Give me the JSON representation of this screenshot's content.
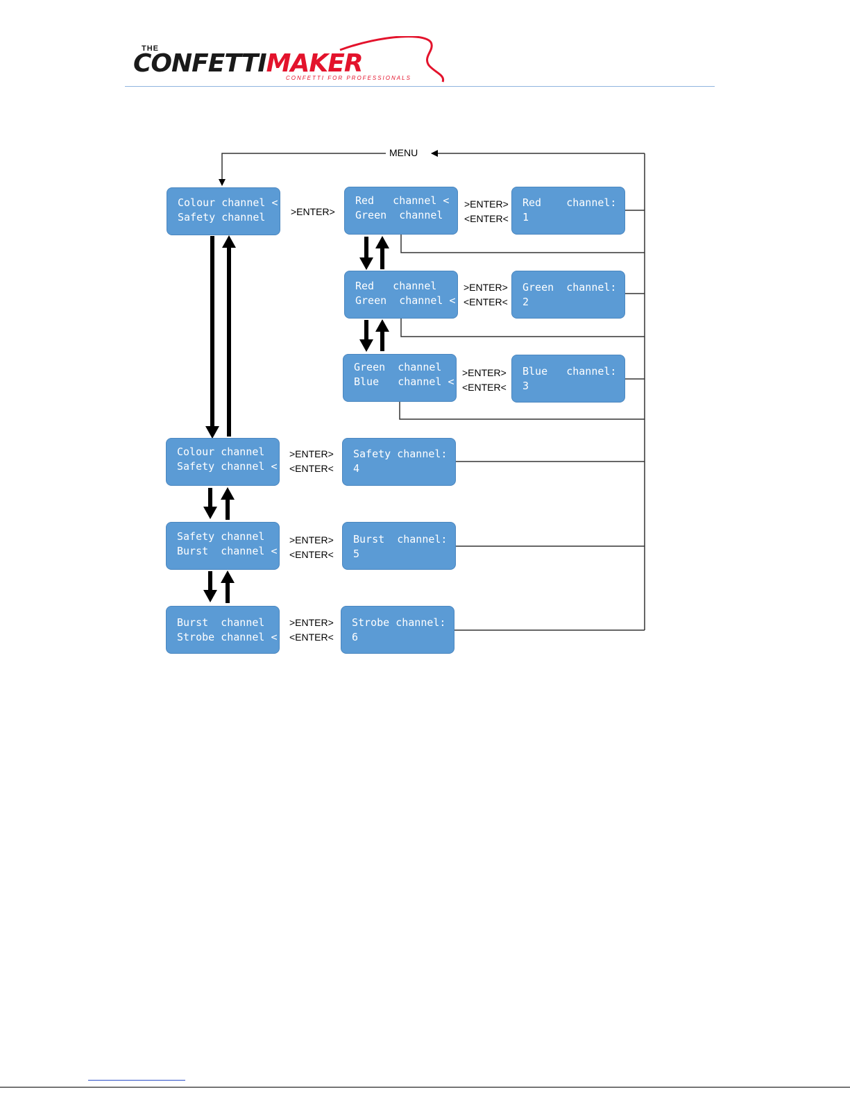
{
  "logo": {
    "the": "THE",
    "word_black": "CONFETTI",
    "word_red": "MAKER",
    "tagline": "CONFETTI FOR PROFESSIONALS"
  },
  "colors": {
    "box_fill": "#5b9bd5",
    "brand_red": "#e3132c",
    "rule_blue": "#8fb3df"
  },
  "menu_label": "MENU",
  "boxes": {
    "colour_sel": {
      "line1": "Colour channel <",
      "line2": "Safety channel"
    },
    "red_sel": {
      "line1": "Red   channel <",
      "line2": "Green  channel"
    },
    "red_val": {
      "line1": "Red    channel:",
      "line2": "1"
    },
    "green_sel": {
      "line1": "Red   channel",
      "line2": "Green  channel <"
    },
    "green_val": {
      "line1": "Green  channel:",
      "line2": "2"
    },
    "blue_sel": {
      "line1": "Green  channel",
      "line2": "Blue   channel <"
    },
    "blue_val": {
      "line1": "Blue   channel:",
      "line2": "3"
    },
    "safety_sel": {
      "line1": "Colour channel",
      "line2": "Safety channel <"
    },
    "safety_val": {
      "line1": "Safety channel:",
      "line2": "4"
    },
    "burst_sel": {
      "line1": "Safety channel",
      "line2": "Burst  channel <"
    },
    "burst_val": {
      "line1": "Burst  channel:",
      "line2": "5"
    },
    "strobe_sel": {
      "line1": "Burst  channel",
      "line2": "Strobe channel <"
    },
    "strobe_val": {
      "line1": "Strobe channel:",
      "line2": "6"
    }
  },
  "enter": {
    "top": ">ENTER>",
    "fwd": ">ENTER>",
    "back": "<ENTER<"
  }
}
